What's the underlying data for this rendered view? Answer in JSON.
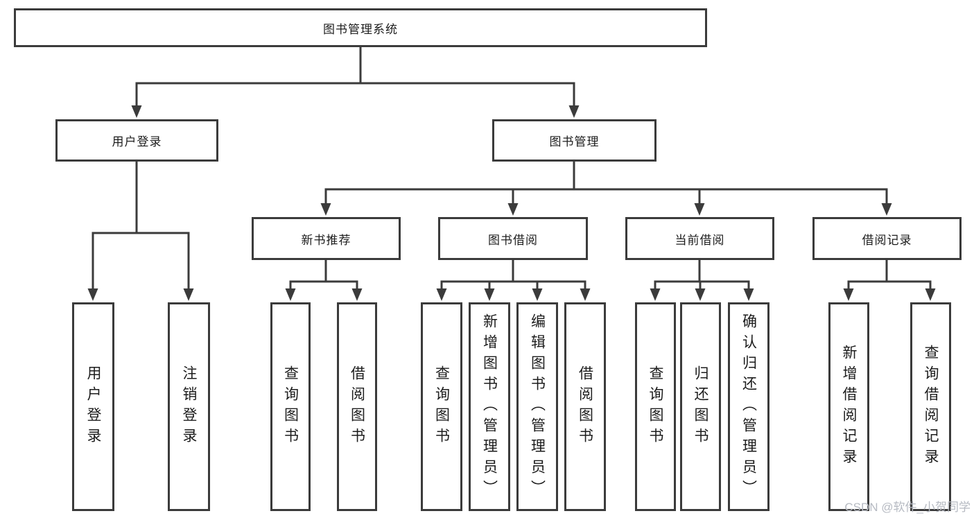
{
  "diagram": {
    "root": {
      "label": "图书管理系统"
    },
    "branches": [
      {
        "label": "用户登录",
        "children": [
          {
            "label": "用户登录"
          },
          {
            "label": "注销登录"
          }
        ]
      },
      {
        "label": "图书管理",
        "children": [
          {
            "label": "新书推荐",
            "children": [
              {
                "label": "查询图书"
              },
              {
                "label": "借阅图书"
              }
            ]
          },
          {
            "label": "图书借阅",
            "children": [
              {
                "label": "查询图书"
              },
              {
                "label": "新增图书（管理员）"
              },
              {
                "label": "编辑图书（管理员）"
              },
              {
                "label": "借阅图书"
              }
            ]
          },
          {
            "label": "当前借阅",
            "children": [
              {
                "label": "查询图书"
              },
              {
                "label": "归还图书"
              },
              {
                "label": "确认归还（管理员）"
              }
            ]
          },
          {
            "label": "借阅记录",
            "children": [
              {
                "label": "新增借阅记录"
              },
              {
                "label": "查询借阅记录"
              }
            ]
          }
        ]
      }
    ]
  },
  "colors": {
    "line": "#3b3b3b",
    "border": "#3b3b3b",
    "text": "#1c1c1c",
    "watermark": "#b6bac2",
    "background": "#ffffff"
  },
  "watermark": {
    "text": "CSDN @软件_小贺同学"
  }
}
